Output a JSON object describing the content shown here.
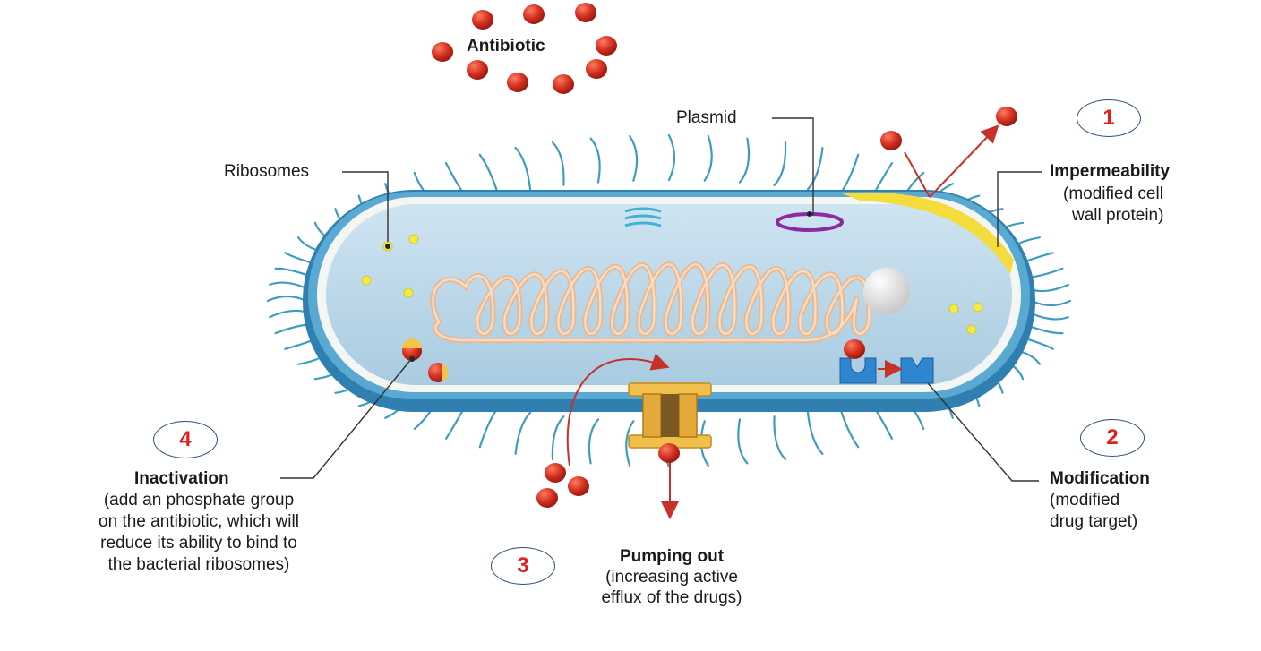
{
  "labels": {
    "antibiotic": "Antibiotic",
    "plasmid": "Plasmid",
    "ribosomes": "Ribosomes",
    "impermeability_title": "Impermeability",
    "impermeability_desc1": "(modified cell",
    "impermeability_desc2": "wall protein)",
    "modification_title": "Modification",
    "modification_desc1": "(modified",
    "modification_desc2": "drug target)",
    "pumping_title": "Pumping out",
    "pumping_desc1": "(increasing active",
    "pumping_desc2": "efflux of the drugs)",
    "inactivation_title": "Inactivation",
    "inactivation_desc1": "(add an phosphate group",
    "inactivation_desc2": "on the antibiotic, which will",
    "inactivation_desc3": "reduce its ability to bind to",
    "inactivation_desc4": "the bacterial ribosomes)"
  },
  "badges": {
    "one": "1",
    "two": "2",
    "three": "3",
    "four": "4"
  },
  "colors": {
    "antibiotic_red": "#cc2a1f",
    "cell_outer": "#2f86b8",
    "cytoplasm": "#bcd8ea",
    "flagella": "#3d9cbf",
    "dna": "#f2c9a4",
    "pump": "#e9b23d",
    "yellow_wall": "#f3dc3c",
    "badge_text": "#e02020"
  }
}
